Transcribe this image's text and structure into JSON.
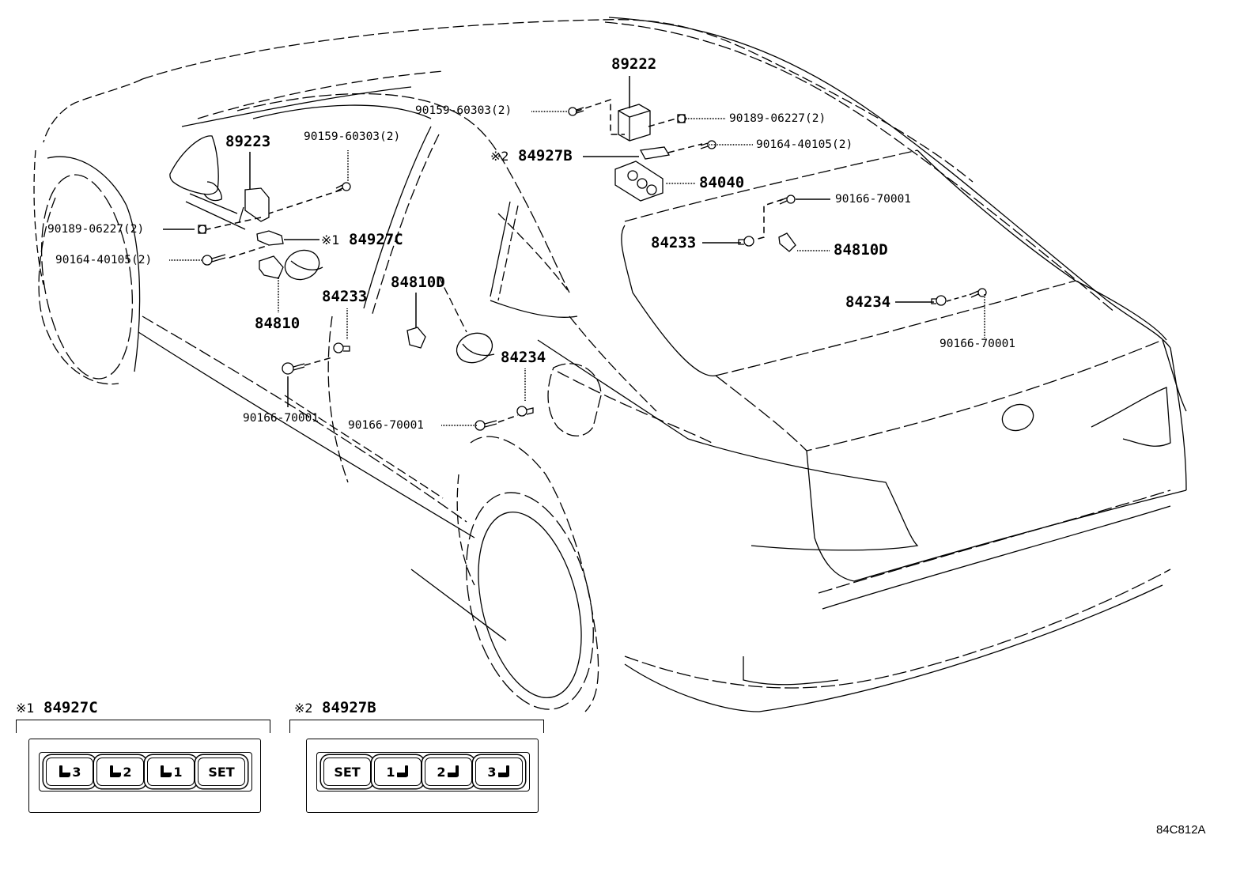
{
  "diagram": {
    "title": "Seat memory switch / door lock parts diagram (rear view of sedan)",
    "diagram_id": "84C812A",
    "note_marks": {
      "mark1": "※1",
      "mark2": "※2"
    },
    "callouts": [
      {
        "id": "c-89222",
        "part": "89222"
      },
      {
        "id": "c-90159-a",
        "part": "90159-60303(2)"
      },
      {
        "id": "c-90189-a",
        "part": "90189-06227(2)"
      },
      {
        "id": "c-90164-a",
        "part": "90164-40105(2)"
      },
      {
        "id": "c-84927b",
        "part": "84927B",
        "mark": "※2"
      },
      {
        "id": "c-84040",
        "part": "84040"
      },
      {
        "id": "c-90166-a",
        "part": "90166-70001"
      },
      {
        "id": "c-84233-a",
        "part": "84233"
      },
      {
        "id": "c-84810d-a",
        "part": "84810D"
      },
      {
        "id": "c-84234-a",
        "part": "84234"
      },
      {
        "id": "c-90166-b",
        "part": "90166-70001"
      },
      {
        "id": "c-89223",
        "part": "89223"
      },
      {
        "id": "c-90159-b",
        "part": "90159-60303(2)"
      },
      {
        "id": "c-90189-b",
        "part": "90189-06227(2)"
      },
      {
        "id": "c-84927c",
        "part": "84927C",
        "mark": "※1"
      },
      {
        "id": "c-90164-b",
        "part": "90164-40105(2)"
      },
      {
        "id": "c-84810",
        "part": "84810"
      },
      {
        "id": "c-84233-b",
        "part": "84233"
      },
      {
        "id": "c-84810d-b",
        "part": "84810D"
      },
      {
        "id": "c-84234-b",
        "part": "84234"
      },
      {
        "id": "c-90166-c",
        "part": "90166-70001"
      },
      {
        "id": "c-90166-d",
        "part": "90166-70001"
      }
    ],
    "insets": [
      {
        "mark": "※1",
        "part": "84927C",
        "buttons": [
          {
            "label": "3",
            "icon": "seat-icon"
          },
          {
            "label": "2",
            "icon": "seat-icon"
          },
          {
            "label": "1",
            "icon": "seat-icon"
          },
          {
            "label": "SET",
            "icon": ""
          }
        ]
      },
      {
        "mark": "※2",
        "part": "84927B",
        "buttons": [
          {
            "label": "SET",
            "icon": ""
          },
          {
            "label": "1",
            "icon": "seat-icon"
          },
          {
            "label": "2",
            "icon": "seat-icon"
          },
          {
            "label": "3",
            "icon": "seat-icon"
          }
        ]
      }
    ]
  }
}
